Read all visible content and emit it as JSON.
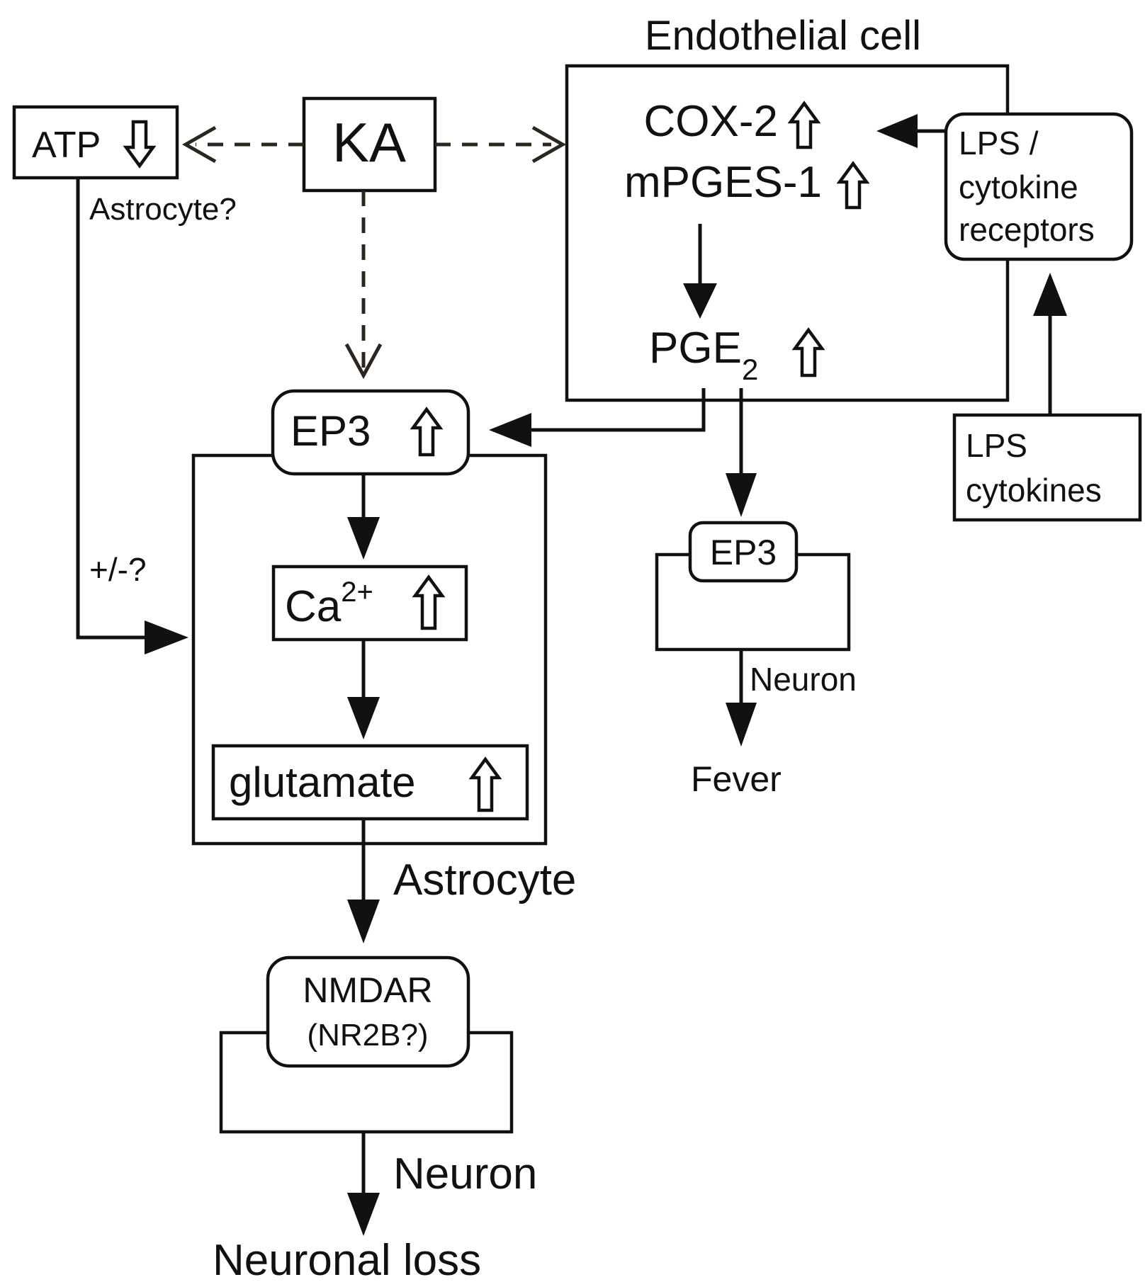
{
  "endothelial": {
    "title": "Endothelial cell",
    "cox2": "COX-2",
    "mpges": "mPGES-1",
    "pge": "PGE",
    "pge_sub": "2",
    "receptors_1": "LPS /",
    "receptors_2": "cytokine",
    "receptors_3": "receptors"
  },
  "stimulus": {
    "ka": "KA",
    "atp": "ATP",
    "atp_note": "Astrocyte?",
    "modulation": "+/-?",
    "lps_1": "LPS",
    "lps_2": "cytokines"
  },
  "astrocyte": {
    "ep3": "EP3",
    "ca": "Ca",
    "ca_sup": "2+",
    "glutamate": "glutamate",
    "label": "Astrocyte"
  },
  "neuron_fever": {
    "ep3": "EP3",
    "label": "Neuron",
    "outcome": "Fever"
  },
  "neuron_loss": {
    "nmdar_1": "NMDAR",
    "nmdar_2": "(NR2B?)",
    "label": "Neuron",
    "outcome": "Neuronal loss"
  }
}
